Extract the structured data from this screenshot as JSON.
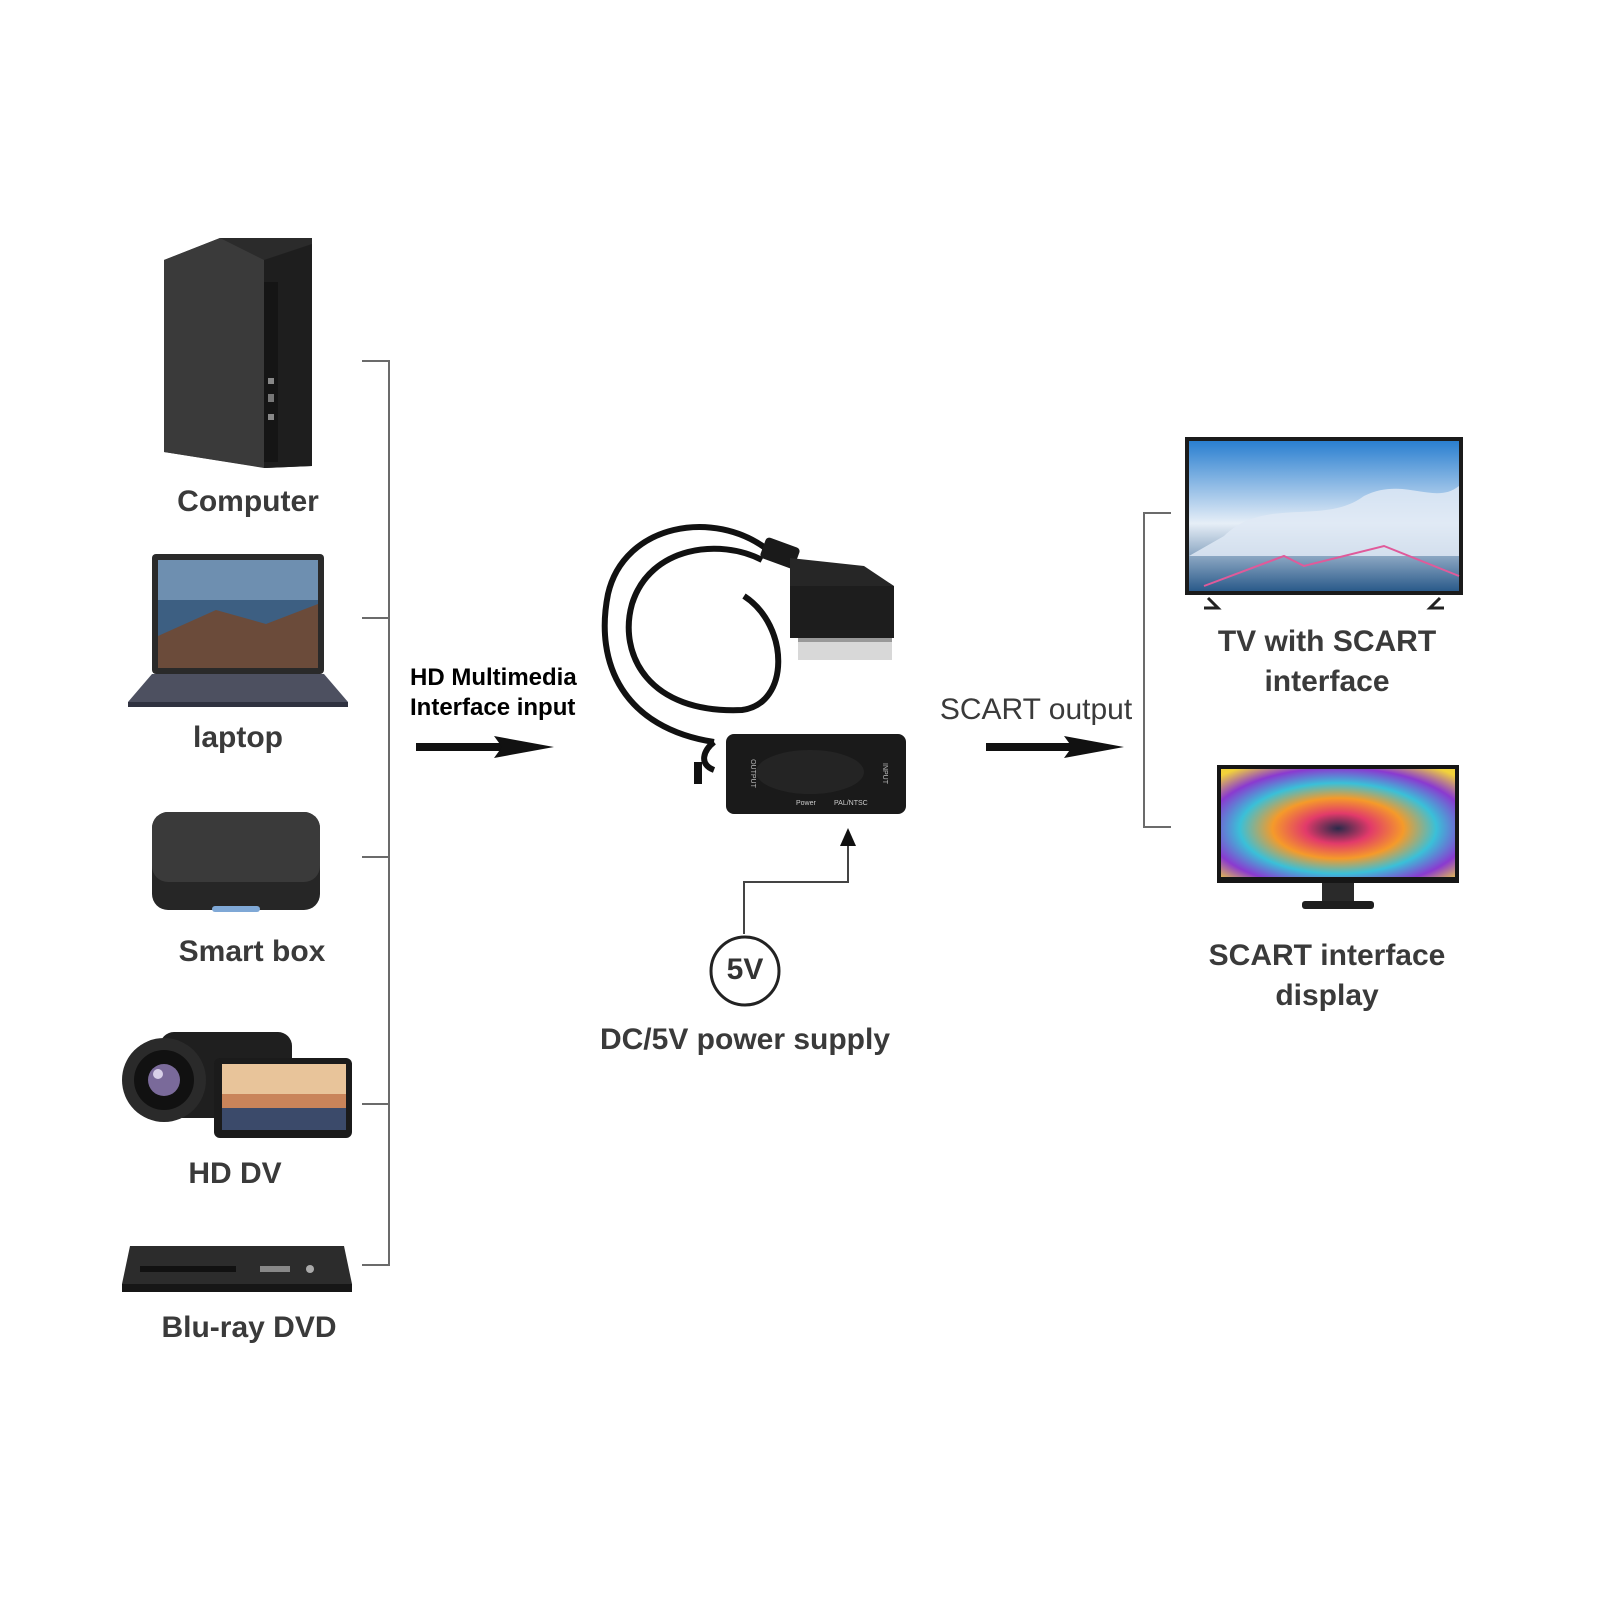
{
  "sources": [
    {
      "label": "Computer",
      "icon": "computer-tower-icon"
    },
    {
      "label": "laptop",
      "icon": "laptop-icon"
    },
    {
      "label": "Smart box",
      "icon": "smart-box-icon"
    },
    {
      "label": "HD DV",
      "icon": "camcorder-icon"
    },
    {
      "label": "Blu-ray DVD",
      "icon": "bluray-player-icon"
    }
  ],
  "input_label_line1": "HD Multimedia",
  "input_label_line2": "Interface input",
  "output_label": "SCART output",
  "power": {
    "badge": "5V",
    "label": "DC/5V power supply"
  },
  "converter": {
    "port_left": "OUTPUT",
    "port_right": "INPUT",
    "switch_power": "Power",
    "switch_mode": "PAL/NTSC"
  },
  "outputs": [
    {
      "label_line1": "TV with SCART",
      "label_line2": "interface",
      "icon": "tv-icon"
    },
    {
      "label_line1": "SCART interface",
      "label_line2": "display",
      "icon": "monitor-icon"
    }
  ],
  "colors": {
    "text": "#3a3a3a",
    "line": "#6b6b6b",
    "device": "#1c1c1c"
  }
}
